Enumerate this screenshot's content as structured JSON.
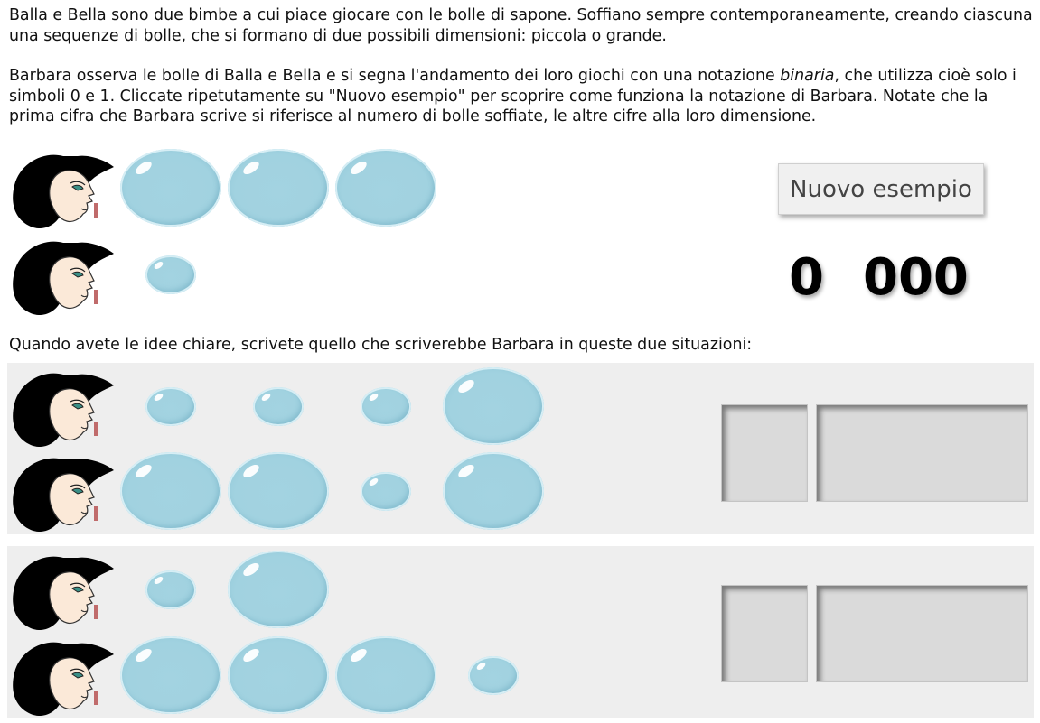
{
  "intro": {
    "p1": "Balla e Bella sono due bimbe a cui piace giocare con le bolle di sapone. Soffiano sempre contemporaneamente, creando ciascuna una sequenze di bolle, che si formano di due possibili dimensioni: piccola o grande.",
    "p2_a": "Barbara osserva le bolle di Balla e Bella e si segna l'andamento dei loro giochi con una notazione ",
    "p2_em": "binaria",
    "p2_b": ", che utilizza cioè solo i simboli 0 e 1. Cliccate ripetutamente su \"Nuovo esempio\" per scoprire come funziona la notazione di Barbara. Notate che la prima cifra che Barbara scrive si riferisce al numero di bolle soffiate, le altre cifre alla loro dimensione."
  },
  "example": {
    "button_label": "Nuovo esempio",
    "code_first": "0",
    "code_rest": "000",
    "balla_bubbles": [
      "big",
      "big",
      "big"
    ],
    "bella_bubbles": [
      "small"
    ]
  },
  "question": "Quando avete le idee chiare, scrivete quello che scriverebbe Barbara in queste due situazioni:",
  "exercise1": {
    "balla_bubbles": [
      "small",
      "small",
      "small",
      "big"
    ],
    "bella_bubbles": [
      "big",
      "big",
      "small",
      "big"
    ]
  },
  "exercise2": {
    "balla_bubbles": [
      "small",
      "big"
    ],
    "bella_bubbles": [
      "big",
      "big",
      "big",
      "small"
    ]
  },
  "colors": {
    "bubble": "#a1d2e0",
    "panel": "#eeeeee",
    "answer": "#dadada"
  },
  "icons": {
    "balla": "brown-haired-girl-icon",
    "bella": "blonde-haired-girl-icon"
  }
}
